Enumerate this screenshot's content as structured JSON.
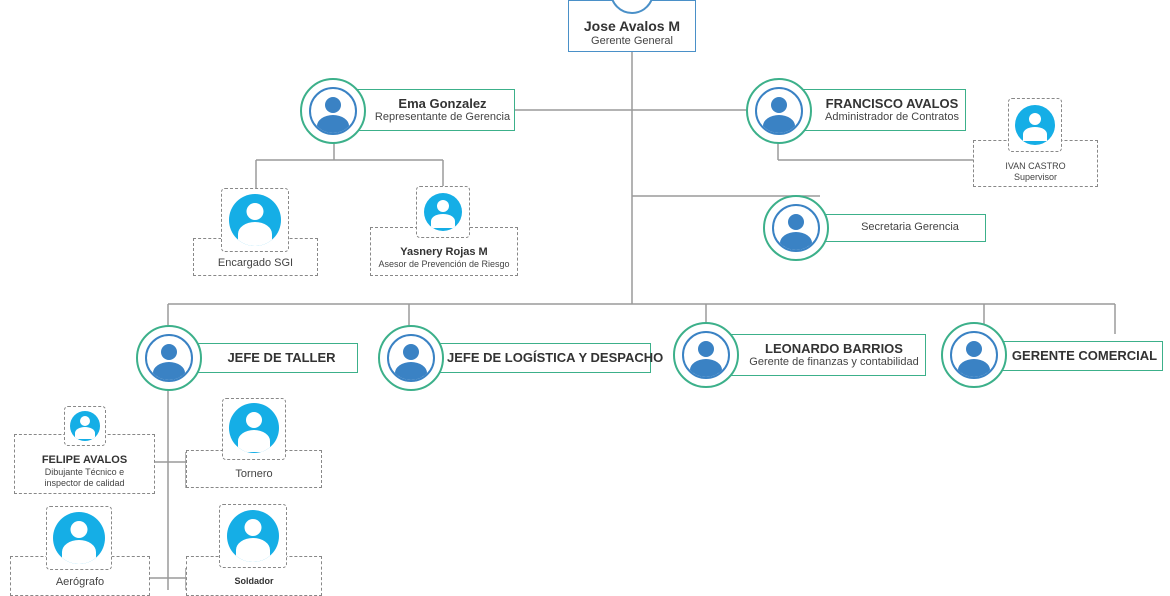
{
  "chart": {
    "gerente_general": {
      "name": "Jose Avalos M",
      "role": "Gerente General"
    },
    "representante": {
      "name": "Ema Gonzalez",
      "role": "Representante de Gerencia"
    },
    "admin_contratos": {
      "name": "FRANCISCO AVALOS",
      "role": "Administrador de Contratos"
    },
    "supervisor": {
      "name": "IVAN CASTRO",
      "role": "Supervisor"
    },
    "secretaria": {
      "role": "Secretaria Gerencia"
    },
    "encargado_sgi": {
      "role": "Encargado SGI"
    },
    "prevencion": {
      "name": "Yasnery Rojas M",
      "role": "Asesor de Prevención de Riesgo"
    },
    "jefe_taller": {
      "role": "JEFE DE TALLER"
    },
    "jefe_logistica": {
      "role": "JEFE DE LOGÍSTICA Y DESPACHO"
    },
    "finanzas": {
      "name": "LEONARDO BARRIOS",
      "role": "Gerente de finanzas y contabilidad"
    },
    "comercial": {
      "role": "GERENTE COMERCIAL"
    },
    "dibujante": {
      "name": "FELIPE AVALOS",
      "role": "Dibujante Técnico e inspector de calidad"
    },
    "tornero": {
      "role": "Tornero"
    },
    "aerografo": {
      "role": "Aerógrafo"
    },
    "soldador": {
      "role": "Soldador"
    }
  },
  "colors": {
    "line": "#999999",
    "green_border": "#3cb08a",
    "blue_border": "#4a90c8",
    "avatar_blue": "#3a82c4",
    "avatar_cyan": "#15aee6"
  },
  "icons": {
    "person": "person-avatar-icon"
  }
}
